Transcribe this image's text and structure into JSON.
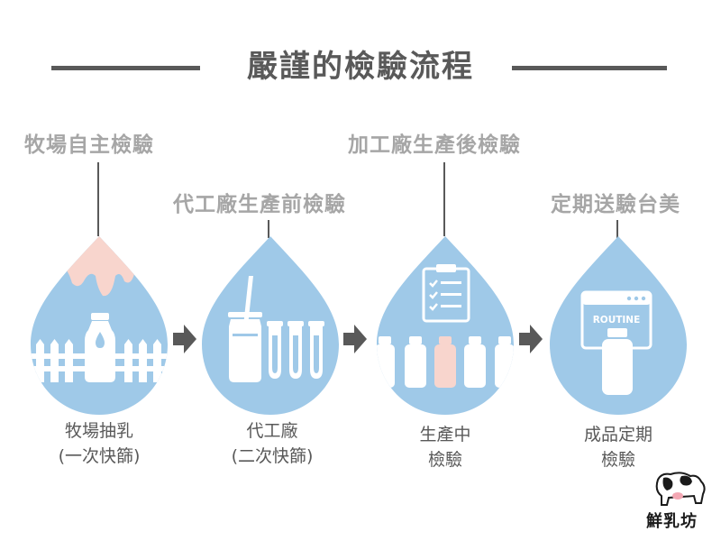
{
  "title": "嚴謹的檢驗流程",
  "colors": {
    "drop": "#9fc9e8",
    "gray_text": "#a6a6a6",
    "dark": "#595959",
    "pink": "#f8d5cd",
    "white": "#ffffff"
  },
  "stages": [
    {
      "label": "牧場自主檢驗",
      "caption_line1": "牧場抽乳",
      "caption_line2": "(一次快篩)",
      "icon": "cow-udder-milk-bottle-fence-icon"
    },
    {
      "label": "代工廠生產前檢驗",
      "caption_line1": "代工廠",
      "caption_line2": "(二次快篩)",
      "icon": "glass-straw-test-tubes-icon"
    },
    {
      "label": "加工廠生產後檢驗",
      "caption_line1": "生產中",
      "caption_line2": "檢驗",
      "icon": "clipboard-bottles-icon"
    },
    {
      "label": "定期送驗台美",
      "caption_line1": "成品定期",
      "caption_line2": "檢驗",
      "icon": "routine-window-bottle-icon"
    }
  ],
  "routine_label": "ROUTINE",
  "logo": {
    "text": "鮮乳坊",
    "icon": "cow-logo-icon"
  }
}
